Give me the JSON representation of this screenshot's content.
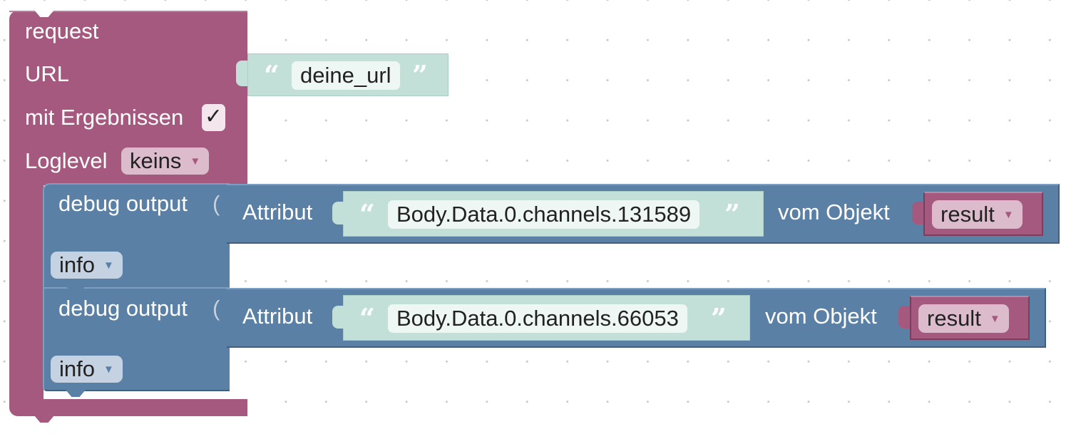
{
  "request_block": {
    "title": "request",
    "url_label": "URL",
    "url_value": "deine_url",
    "results_label": "mit Ergebnissen",
    "results_checked": "✓",
    "loglevel_label": "Loglevel",
    "loglevel_value": "keins"
  },
  "debug_blocks": [
    {
      "label": "debug output",
      "attr_label": "Attribut",
      "attr_value": "Body.Data.0.channels.131589",
      "object_label": "vom Objekt",
      "object_value": "result",
      "level_value": "info"
    },
    {
      "label": "debug output",
      "attr_label": "Attribut",
      "attr_value": "Body.Data.0.channels.66053",
      "object_label": "vom Objekt",
      "object_value": "result",
      "level_value": "info"
    }
  ],
  "quote_open": "“",
  "quote_close": "”",
  "dropdown_arrow": "▼",
  "colors": {
    "request_block": "#a5597e",
    "string_block": "#c3e0d8",
    "debug_block": "#5b80a5",
    "variable_block": "#a5597e"
  }
}
